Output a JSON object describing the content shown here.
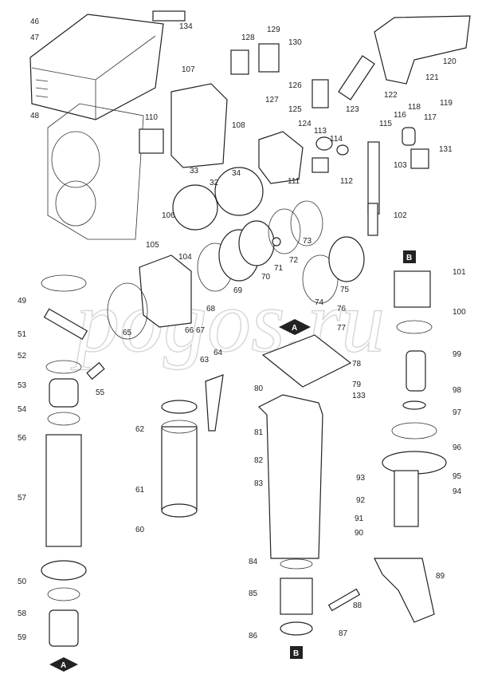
{
  "diagram": {
    "watermark": "pogos.ru",
    "markers": [
      "A",
      "B",
      "A",
      "B"
    ],
    "parts": [
      "46",
      "47",
      "134",
      "48",
      "128",
      "129",
      "130",
      "107",
      "126",
      "127",
      "123",
      "122",
      "121",
      "120",
      "125",
      "124",
      "113",
      "114",
      "115",
      "116",
      "118",
      "117",
      "119",
      "110",
      "108",
      "33",
      "34",
      "32",
      "111",
      "112",
      "103",
      "131",
      "106",
      "105",
      "104",
      "102",
      "101",
      "100",
      "99",
      "98",
      "97",
      "96",
      "95",
      "94",
      "93",
      "92",
      "91",
      "90",
      "89",
      "88",
      "87",
      "86",
      "85",
      "84",
      "83",
      "82",
      "81",
      "80",
      "133",
      "79",
      "78",
      "77",
      "76",
      "75",
      "74",
      "73",
      "72",
      "71",
      "70",
      "69",
      "68",
      "67",
      "66",
      "65",
      "64",
      "63",
      "62",
      "61",
      "60",
      "49",
      "51",
      "52",
      "53",
      "54",
      "55",
      "56",
      "57",
      "50",
      "58",
      "59"
    ]
  }
}
